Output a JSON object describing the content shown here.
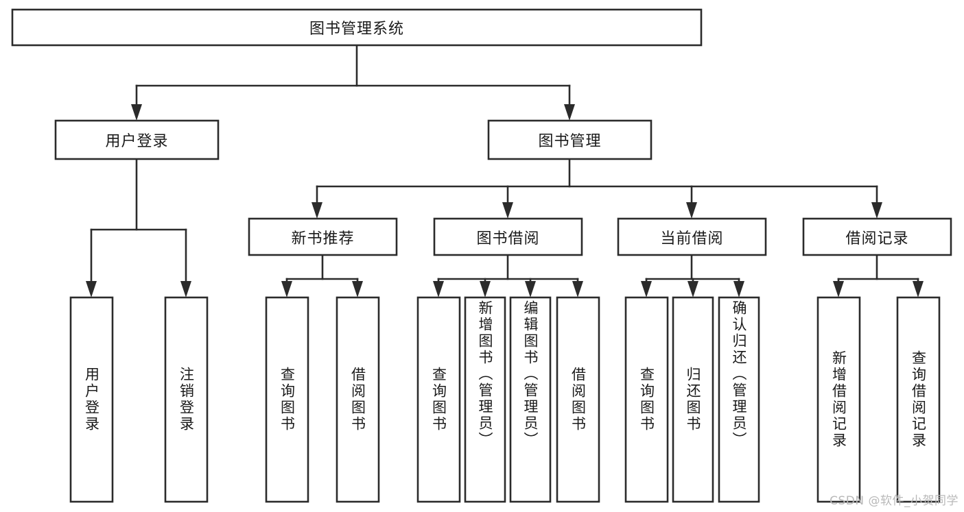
{
  "diagram": {
    "type": "hierarchy-tree",
    "title": "图书管理系统",
    "watermark": "CSDN @软件_小贺同学",
    "colors": {
      "background": "#ffffff",
      "stroke": "#2b2b2b",
      "box_fill": "#ffffff",
      "text": "#1a1a1a",
      "watermark": "#b9b9b9"
    },
    "levels": {
      "root": {
        "label": "图书管理系统",
        "orientation": "horizontal"
      },
      "level2": [
        {
          "label": "用户登录",
          "orientation": "horizontal"
        },
        {
          "label": "图书管理",
          "orientation": "horizontal"
        }
      ],
      "level3": [
        {
          "label": "新书推荐",
          "orientation": "horizontal",
          "parent": "图书管理"
        },
        {
          "label": "图书借阅",
          "orientation": "horizontal",
          "parent": "图书管理"
        },
        {
          "label": "当前借阅",
          "orientation": "horizontal",
          "parent": "图书管理"
        },
        {
          "label": "借阅记录",
          "orientation": "horizontal",
          "parent": "图书管理"
        }
      ],
      "leaves": [
        {
          "label": "用户登录",
          "orientation": "vertical",
          "parent": "用户登录"
        },
        {
          "label": "注销登录",
          "orientation": "vertical",
          "parent": "用户登录"
        },
        {
          "label": "查询图书",
          "orientation": "vertical",
          "parent": "新书推荐"
        },
        {
          "label": "借阅图书",
          "orientation": "vertical",
          "parent": "新书推荐"
        },
        {
          "label": "查询图书",
          "orientation": "vertical",
          "parent": "图书借阅"
        },
        {
          "label": "新增图书（管理员）",
          "orientation": "vertical",
          "parent": "图书借阅"
        },
        {
          "label": "编辑图书（管理员）",
          "orientation": "vertical",
          "parent": "图书借阅"
        },
        {
          "label": "借阅图书",
          "orientation": "vertical",
          "parent": "图书借阅"
        },
        {
          "label": "查询图书",
          "orientation": "vertical",
          "parent": "当前借阅"
        },
        {
          "label": "归还图书",
          "orientation": "vertical",
          "parent": "当前借阅"
        },
        {
          "label": "确认归还（管理员）",
          "orientation": "vertical",
          "parent": "当前借阅"
        },
        {
          "label": "新增借阅记录",
          "orientation": "vertical",
          "parent": "借阅记录"
        },
        {
          "label": "查询借阅记录",
          "orientation": "vertical",
          "parent": "借阅记录"
        }
      ]
    }
  }
}
